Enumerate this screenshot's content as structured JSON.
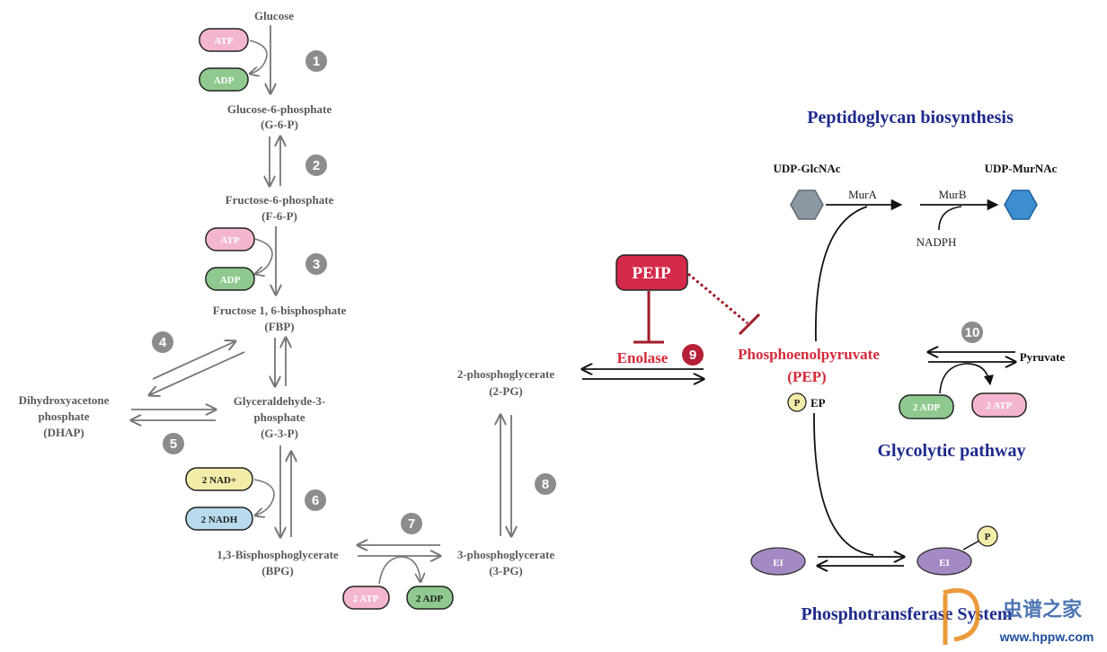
{
  "glycolysis": {
    "glucose": "Glucose",
    "g6p_name": "Glucose-6-phosphate",
    "g6p_abbr": "(G-6-P)",
    "f6p_name": "Fructose-6-phosphate",
    "f6p_abbr": "(F-6-P)",
    "fbp_name": "Fructose 1, 6-bisphosphate",
    "fbp_abbr": "(FBP)",
    "dhap_l1": "Dihydroxyacetone",
    "dhap_l2": "phosphate",
    "dhap_l3": "(DHAP)",
    "g3p_l1": "Glyceraldehyde-3-",
    "g3p_l2": "phosphate",
    "g3p_l3": "(G-3-P)",
    "bpg_name": "1,3-Bisphosphoglycerate",
    "bpg_abbr": "(BPG)",
    "pg3_name": "3-phosphoglycerate",
    "pg3_abbr": "(3-PG)",
    "pg2_name": "2-phosphoglycerate",
    "pg2_abbr": "(2-PG)"
  },
  "cofactors": {
    "atp": "ATP",
    "adp": "ADP",
    "nad": "2 NAD+",
    "nadh": "2 NADH",
    "atp2": "2 ATP",
    "adp2": "2 ADP"
  },
  "steps": [
    "1",
    "2",
    "3",
    "4",
    "5",
    "6",
    "7",
    "8",
    "9",
    "10"
  ],
  "inhibition": {
    "peip": "PEIP",
    "enolase": "Enolase"
  },
  "pep": {
    "name": "Phosphoenolpyruvate",
    "abbr": "(PEP)",
    "p": "P",
    "ep": "EP"
  },
  "peptidoglycan": {
    "title": "Peptidoglycan biosynthesis",
    "udp_glcnac": "UDP-GlcNAc",
    "udp_murnac": "UDP-MurNAc",
    "mura": "MurA",
    "murb": "MurB",
    "nadph": "NADPH"
  },
  "glycolytic": {
    "pyruvate": "Pyruvate",
    "adp": "2 ADP",
    "atp": "2 ATP",
    "title": "Glycolytic pathway"
  },
  "pts": {
    "ei": "EI",
    "ei_p": "EI",
    "p": "P",
    "title": "Phosphotransferase System"
  },
  "watermark": {
    "brand": "虫谱之家",
    "url": "www.hppw.com"
  },
  "colors": {
    "gray_arrow": "#777777",
    "circle_gray": "#8c8c8c",
    "atp_pink": "#f4b6cf",
    "adp_green": "#8fc98f",
    "nad_yellow": "#f3edaa",
    "nadh_blue": "#b8dced",
    "peip_red": "#d42a4a",
    "dark_red": "#a11a2a",
    "title_blue": "#1f2a8c",
    "ei_purple": "#a48ac4",
    "hex_gray": "#8c99a3",
    "hex_blue": "#3c8ed0"
  }
}
